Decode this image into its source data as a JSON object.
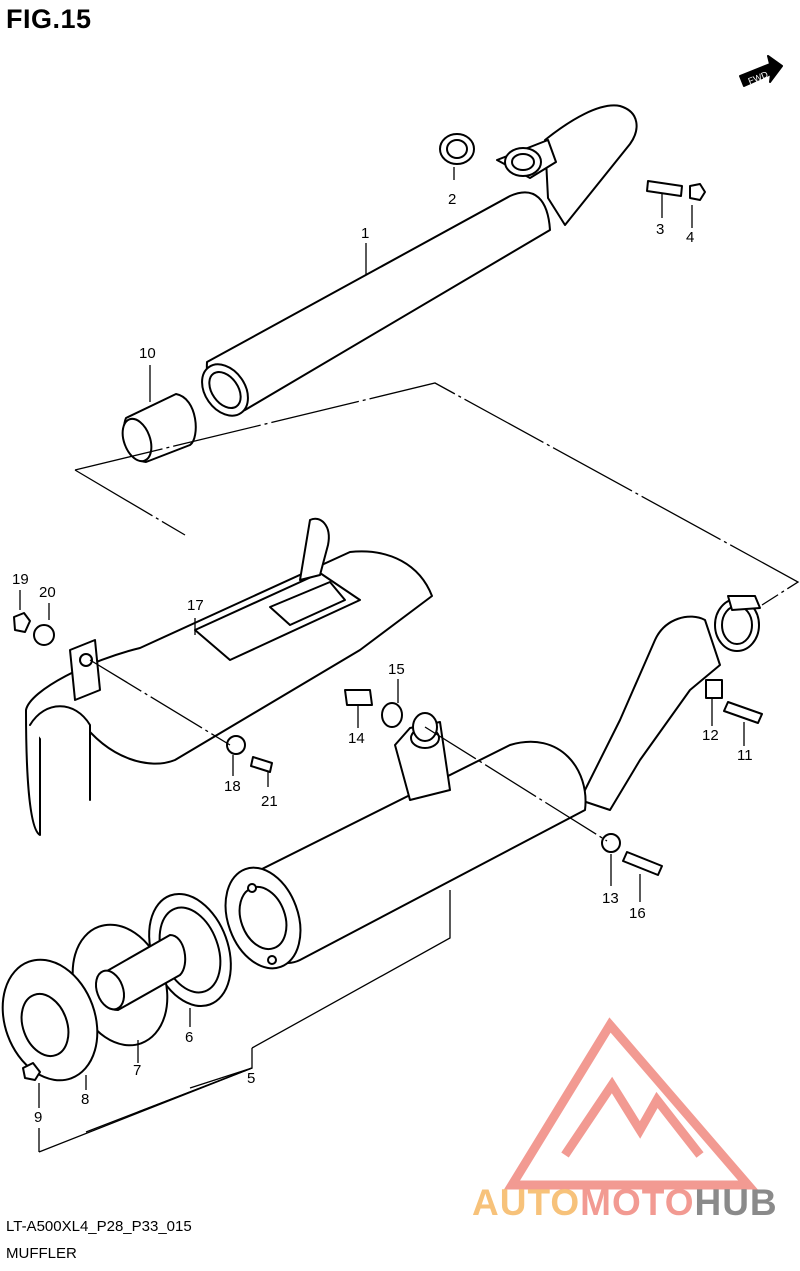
{
  "figure": {
    "title": "FIG.15"
  },
  "orientation_badge": {
    "text": "FWD",
    "icon": "fwd-arrow-icon"
  },
  "parts": [
    {
      "no": "1"
    },
    {
      "no": "2"
    },
    {
      "no": "3"
    },
    {
      "no": "4"
    },
    {
      "no": "5"
    },
    {
      "no": "6"
    },
    {
      "no": "7"
    },
    {
      "no": "8"
    },
    {
      "no": "9"
    },
    {
      "no": "10"
    },
    {
      "no": "11"
    },
    {
      "no": "12"
    },
    {
      "no": "13"
    },
    {
      "no": "14"
    },
    {
      "no": "15"
    },
    {
      "no": "16"
    },
    {
      "no": "17"
    },
    {
      "no": "18"
    },
    {
      "no": "19"
    },
    {
      "no": "20"
    },
    {
      "no": "21"
    }
  ],
  "footer": {
    "code": "LT-A500XL4_P28_P33_015",
    "name": "MUFFLER"
  },
  "watermark": {
    "part1": "AUTO",
    "part2": "MOTO",
    "part3": "HUB",
    "colors": {
      "auto": "#f7c27a",
      "moto": "#f29a92",
      "hub": "#8a8a8a",
      "logo": "#f29a92"
    }
  }
}
